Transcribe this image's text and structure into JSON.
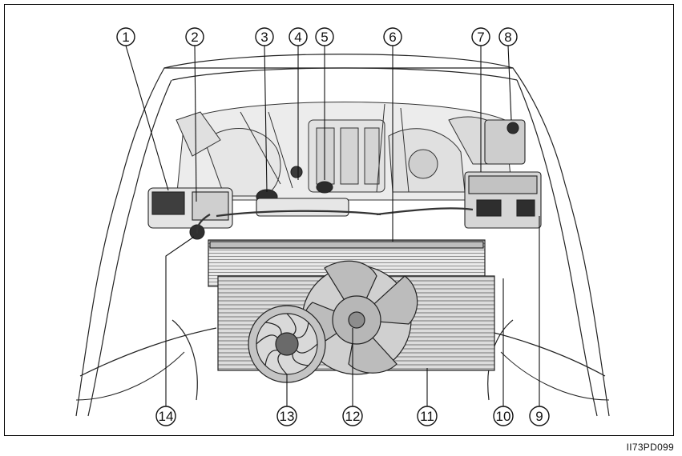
{
  "figure_code": "II73PD099",
  "callouts": [
    {
      "id": "1",
      "label": "1"
    },
    {
      "id": "2",
      "label": "2"
    },
    {
      "id": "3",
      "label": "3"
    },
    {
      "id": "4",
      "label": "4"
    },
    {
      "id": "5",
      "label": "5"
    },
    {
      "id": "6",
      "label": "6"
    },
    {
      "id": "7",
      "label": "7"
    },
    {
      "id": "8",
      "label": "8"
    },
    {
      "id": "9",
      "label": "9"
    },
    {
      "id": "10",
      "label": "10"
    },
    {
      "id": "11",
      "label": "11"
    },
    {
      "id": "12",
      "label": "12"
    },
    {
      "id": "13",
      "label": "13"
    },
    {
      "id": "14",
      "label": "14"
    }
  ]
}
